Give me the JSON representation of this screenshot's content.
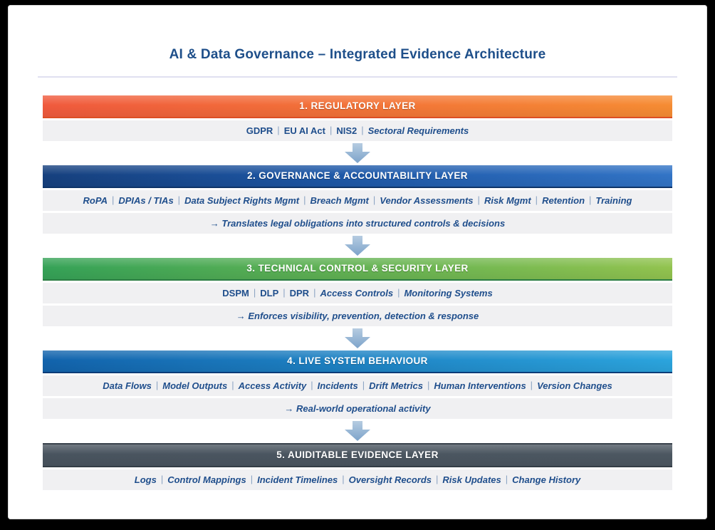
{
  "title": "AI & Data Governance – Integrated Evidence Architecture",
  "colors": {
    "title_text": "#1E4F8A",
    "row_text": "#1F4E8C",
    "pipe": "#8AA3C2",
    "row_bg": "#F0F0F2",
    "divider": "#E0E0F1",
    "arrow_top": "#B6CCE1",
    "arrow_bottom": "#7CA3CA"
  },
  "layers": [
    {
      "title": "1. REGULATORY LAYER",
      "header": {
        "from": "#F05A3D",
        "to": "#F68C33",
        "underline": "#DD4E24"
      },
      "rows": [
        {
          "kind": "items",
          "items": [
            {
              "text": "GDPR",
              "italic": false
            },
            {
              "text": "EU AI Act",
              "italic": false
            },
            {
              "text": "NIS2",
              "italic": false
            },
            {
              "text": "Sectoral Requirements",
              "italic": true
            }
          ]
        }
      ]
    },
    {
      "title": "2. GOVERNANCE & ACCOUNTABILITY LAYER",
      "header": {
        "from": "#16407E",
        "mid": "#1D57A6",
        "to": "#3274C6",
        "underline": "#0E3468"
      },
      "rows": [
        {
          "kind": "items",
          "items": [
            {
              "text": "RoPA",
              "italic": true
            },
            {
              "text": "DPIAs / TIAs",
              "italic": true
            },
            {
              "text": "Data Subject Rights Mgmt",
              "italic": true
            },
            {
              "text": "Breach Mgmt",
              "italic": true
            },
            {
              "text": "Vendor Assessments",
              "italic": true
            },
            {
              "text": "Risk Mgmt",
              "italic": true
            },
            {
              "text": "Retention",
              "italic": true
            },
            {
              "text": "Training",
              "italic": true
            }
          ]
        },
        {
          "kind": "note",
          "text": "→ Translates legal obligations into structured controls & decisions"
        }
      ]
    },
    {
      "title": "3. TECHNICAL CONTROL & SECURITY LAYER",
      "header": {
        "from": "#35A257",
        "to": "#92C34F",
        "underline": "#2B7D43"
      },
      "rows": [
        {
          "kind": "items",
          "items": [
            {
              "text": "DSPM",
              "italic": false
            },
            {
              "text": "DLP",
              "italic": false
            },
            {
              "text": "DPR",
              "italic": false
            },
            {
              "text": "Access Controls",
              "italic": true
            },
            {
              "text": "Monitoring Systems",
              "italic": true
            }
          ]
        },
        {
          "kind": "note",
          "text": "→ Enforces visibility, prevention, detection & response"
        }
      ]
    },
    {
      "title": "4. LIVE SYSTEM BEHAVIOUR",
      "header": {
        "from": "#1263AC",
        "to": "#2BA4DD",
        "underline": "#0C3C78"
      },
      "rows": [
        {
          "kind": "items",
          "items": [
            {
              "text": "Data Flows",
              "italic": true
            },
            {
              "text": "Model Outputs",
              "italic": true
            },
            {
              "text": "Access Activity",
              "italic": true
            },
            {
              "text": "Incidents",
              "italic": true
            },
            {
              "text": "Drift Metrics",
              "italic": true
            },
            {
              "text": "Human Interventions",
              "italic": true
            },
            {
              "text": "Version Changes",
              "italic": true
            }
          ]
        },
        {
          "kind": "note",
          "text": "→ Real-world operational activity"
        }
      ]
    },
    {
      "title": "5. AUIDITABLE EVIDENCE LAYER",
      "header": {
        "from": "#49545F",
        "to": "#4C5761",
        "underline": "#343D46",
        "topline": "#39424B"
      },
      "rows": [
        {
          "kind": "items",
          "items": [
            {
              "text": "Logs",
              "italic": true
            },
            {
              "text": "Control Mappings",
              "italic": true
            },
            {
              "text": "Incident Timelines",
              "italic": true
            },
            {
              "text": "Oversight Records",
              "italic": true,
              "bold": true
            },
            {
              "text": "Risk Updates",
              "italic": true
            },
            {
              "text": "Change History",
              "italic": true
            }
          ]
        }
      ]
    }
  ]
}
